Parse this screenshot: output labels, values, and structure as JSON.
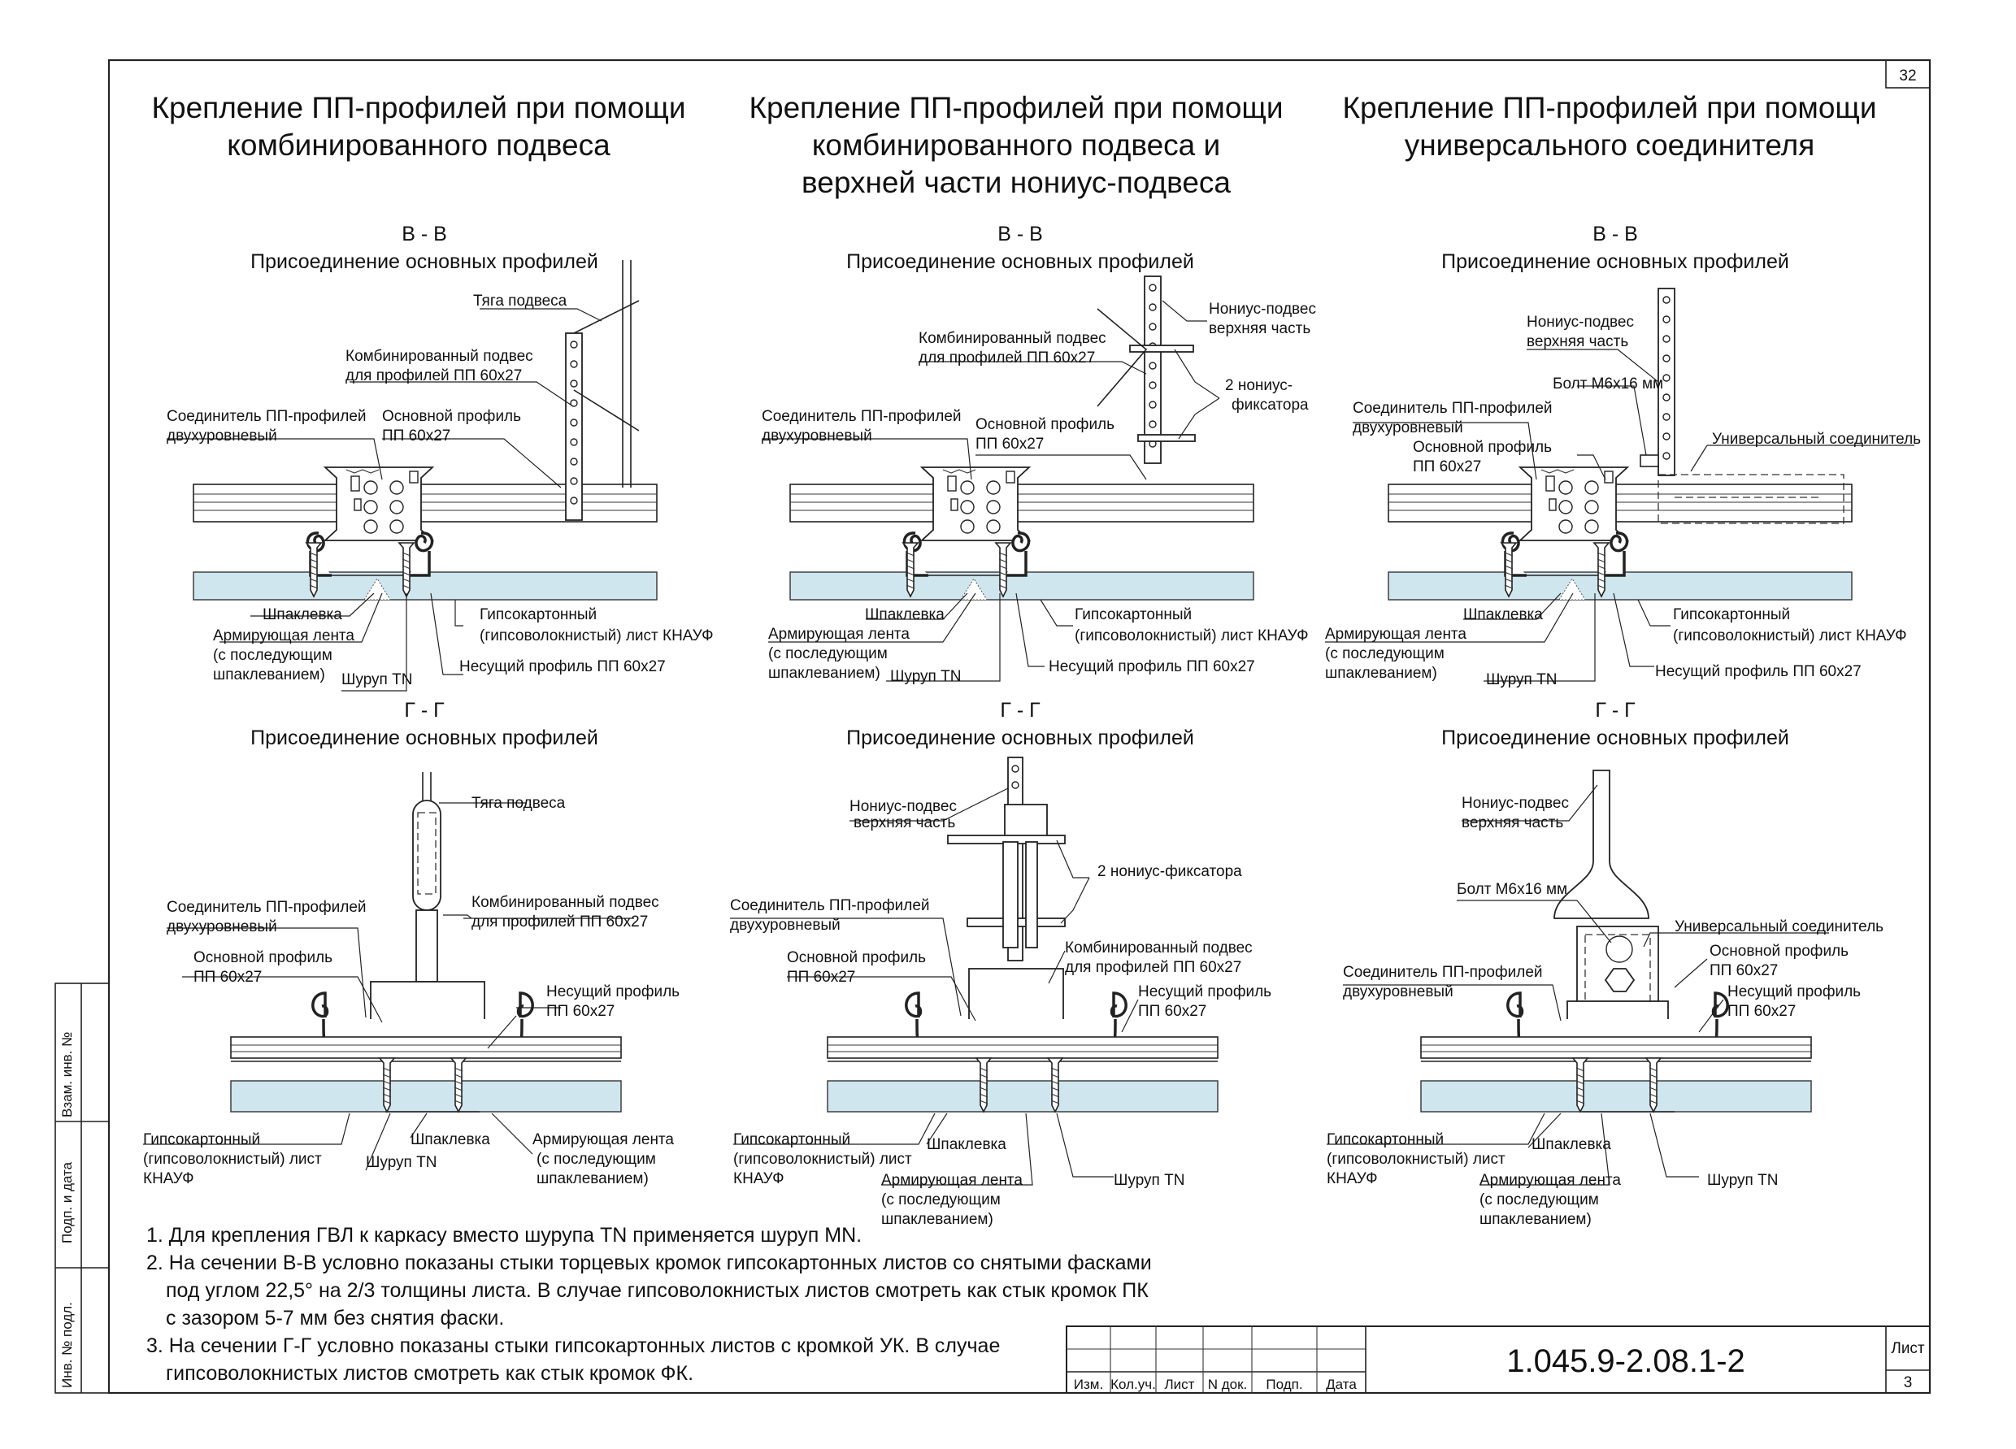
{
  "sheet": {
    "page_number": "32",
    "sheet_label": "Лист",
    "sheet_number": "3",
    "doc_code": "1.045.9-2.08.1-2"
  },
  "titles": {
    "t1": [
      "Крепление ПП-профилей при помощи",
      "комбинированного подвеса"
    ],
    "t2": [
      "Крепление ПП-профилей при помощи",
      "комбинированного подвеса и",
      "верхней части нониус-подвеса"
    ],
    "t3": [
      "Крепление ПП-профилей при помощи",
      "универсального соединителя"
    ]
  },
  "sections": {
    "bb": "В - В",
    "gg": "Г - Г",
    "subtitle": "Присоединение основных профилей"
  },
  "labels": {
    "tyaga": "Тяга подвеса",
    "komb": [
      "Комбинированный подвес",
      "для профилей ПП 60х27"
    ],
    "soed": [
      "Соединитель ПП-профилей",
      "двухуровневый"
    ],
    "osn": [
      "Основной профиль",
      "ПП 60х27"
    ],
    "shpak": "Шпаклевка",
    "arm": [
      "Армирующая лента",
      "(с последующим",
      "шпаклеванием)"
    ],
    "shurup": "Шуруп TN",
    "gips": [
      "Гипсокартонный",
      "(гипсоволокнистый) лист КНАУФ"
    ],
    "gips3": [
      "Гипсокартонный",
      "(гипсоволокнистый) лист",
      "КНАУФ"
    ],
    "nes": "Несущий профиль ПП 60х27",
    "nes2": [
      "Несущий профиль",
      "ПП 60х27"
    ],
    "nonius": [
      "Нониус-подвес",
      "верхняя часть"
    ],
    "fix": [
      "2 нониус-",
      "фиксатора"
    ],
    "fix1": "2 нониус-фиксатора",
    "bolt": "Болт М6х16 мм",
    "univ": "Универсальный соединитель"
  },
  "notes": [
    "1. Для крепления ГВЛ к каркасу вместо шурупа TN применяется шуруп MN.",
    "2. На сечении В-В условно показаны стыки торцевых кромок гипсокартонных листов со снятыми фасками",
    "под углом 22,5° на 2/3 толщины листа. В случае гипсоволокнистых листов смотреть как стык кромок ПК",
    "с зазором 5-7 мм без снятия фаски.",
    "3. На сечении Г-Г условно показаны стыки гипсокартонных листов с кромкой УК. В случае",
    "гипсоволокнистых листов смотреть как стык кромок ФК."
  ],
  "stamp": {
    "side": [
      "Взам. инв. №",
      "Подп. и дата",
      "Инв. № подл."
    ],
    "cols": [
      "Изм.",
      "Кол.уч.",
      "Лист",
      "N док.",
      "Подп.",
      "Дата"
    ]
  },
  "colors": {
    "board": "#cfe6ee"
  }
}
